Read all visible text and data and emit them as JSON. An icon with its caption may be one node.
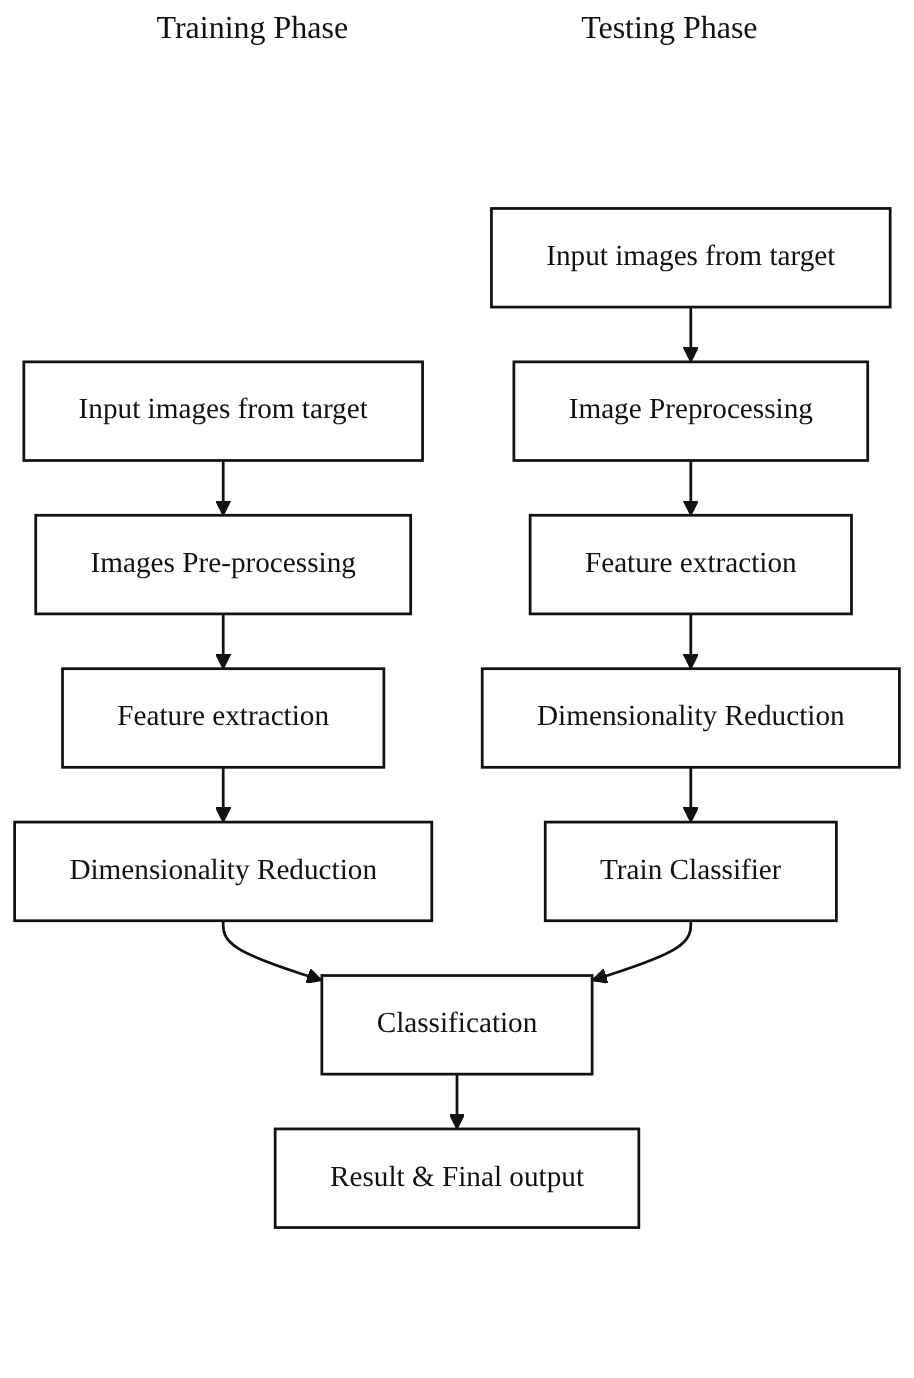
{
  "diagram": {
    "nodes": [
      {
        "text": [
          "Input images from target"
        ]
      },
      {
        "text": [
          "Image Preprocessing"
        ]
      },
      {
        "text": [
          "Feature extraction"
        ]
      },
      {
        "text": [
          "Dimensionality Reduction"
        ]
      },
      {
        "text": [
          "Train Classifier"
        ]
      },
      {
        "text": [
          "Input images from target"
        ]
      },
      {
        "text": [
          "Images Pre-processing"
        ]
      },
      {
        "text": [
          "Feature extraction"
        ]
      },
      {
        "text": [
          "Dimensionality Reduction"
        ]
      },
      {
        "text": [
          "Classification"
        ]
      },
      {
        "text": [
          "Result & Final output"
        ]
      }
    ],
    "edges": [
      {
        "from": 0,
        "to": 1,
        "arrow": "to"
      },
      {
        "from": 1,
        "to": 2,
        "arrow": "to"
      },
      {
        "from": 2,
        "to": 3,
        "arrow": "to"
      },
      {
        "from": 3,
        "to": 4,
        "arrow": "to"
      },
      {
        "from": 5,
        "to": 6,
        "arrow": "to"
      },
      {
        "from": 6,
        "to": 7,
        "arrow": "to"
      },
      {
        "from": 7,
        "to": 8,
        "arrow": "to"
      },
      {
        "from": 8,
        "to": 9,
        "arrow": "to"
      },
      {
        "from": 4,
        "to": 9,
        "arrow": "to"
      },
      {
        "from": 9,
        "to": 10,
        "arrow": "to"
      }
    ],
    "labels": [
      "Training Phase",
      "Testing Phase"
    ]
  }
}
